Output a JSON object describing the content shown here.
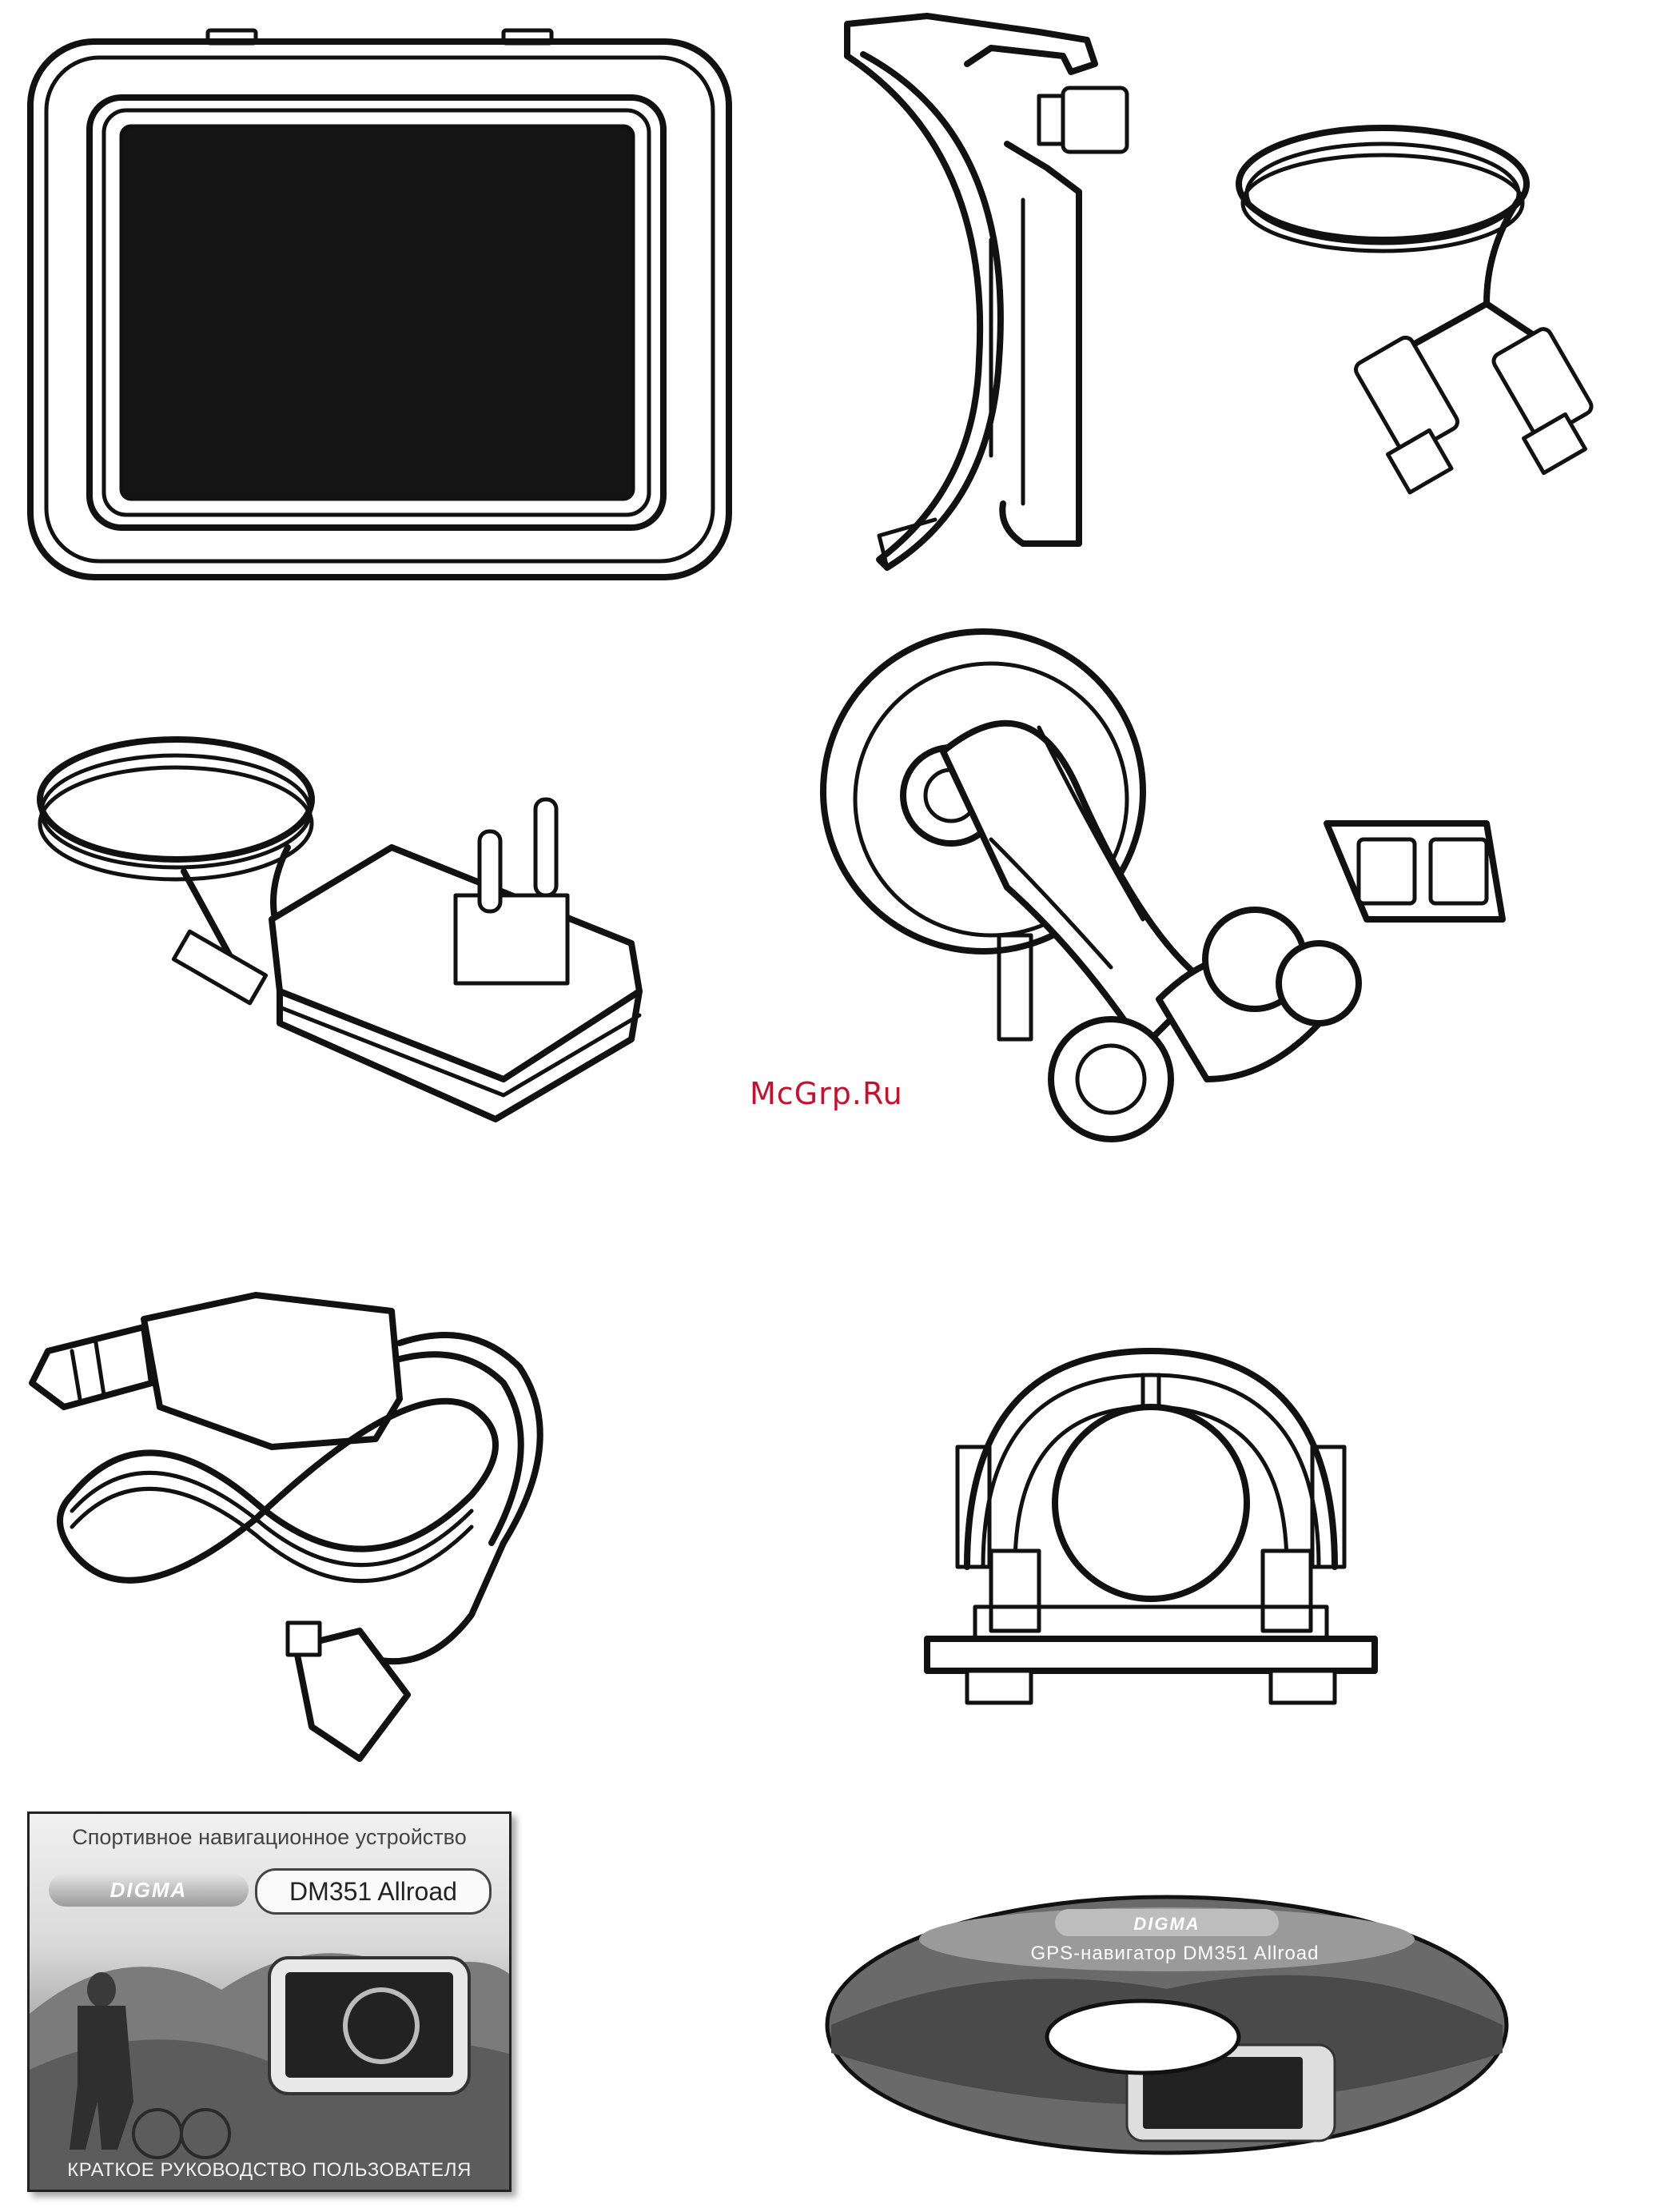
{
  "watermark": "McGrp.Ru",
  "manual": {
    "subtitle": "Спортивное навигационное устройство",
    "brand": "DIGMA",
    "model": "DM351 Allroad",
    "footer": "КРАТКОЕ РУКОВОДСТВО ПОЛЬЗОВАТЕЛЯ"
  },
  "disc": {
    "brand": "DIGMA",
    "title": "GPS-навигатор DM351 Allroad"
  },
  "colors": {
    "watermark": "#c8102e",
    "ink": "#111111"
  }
}
